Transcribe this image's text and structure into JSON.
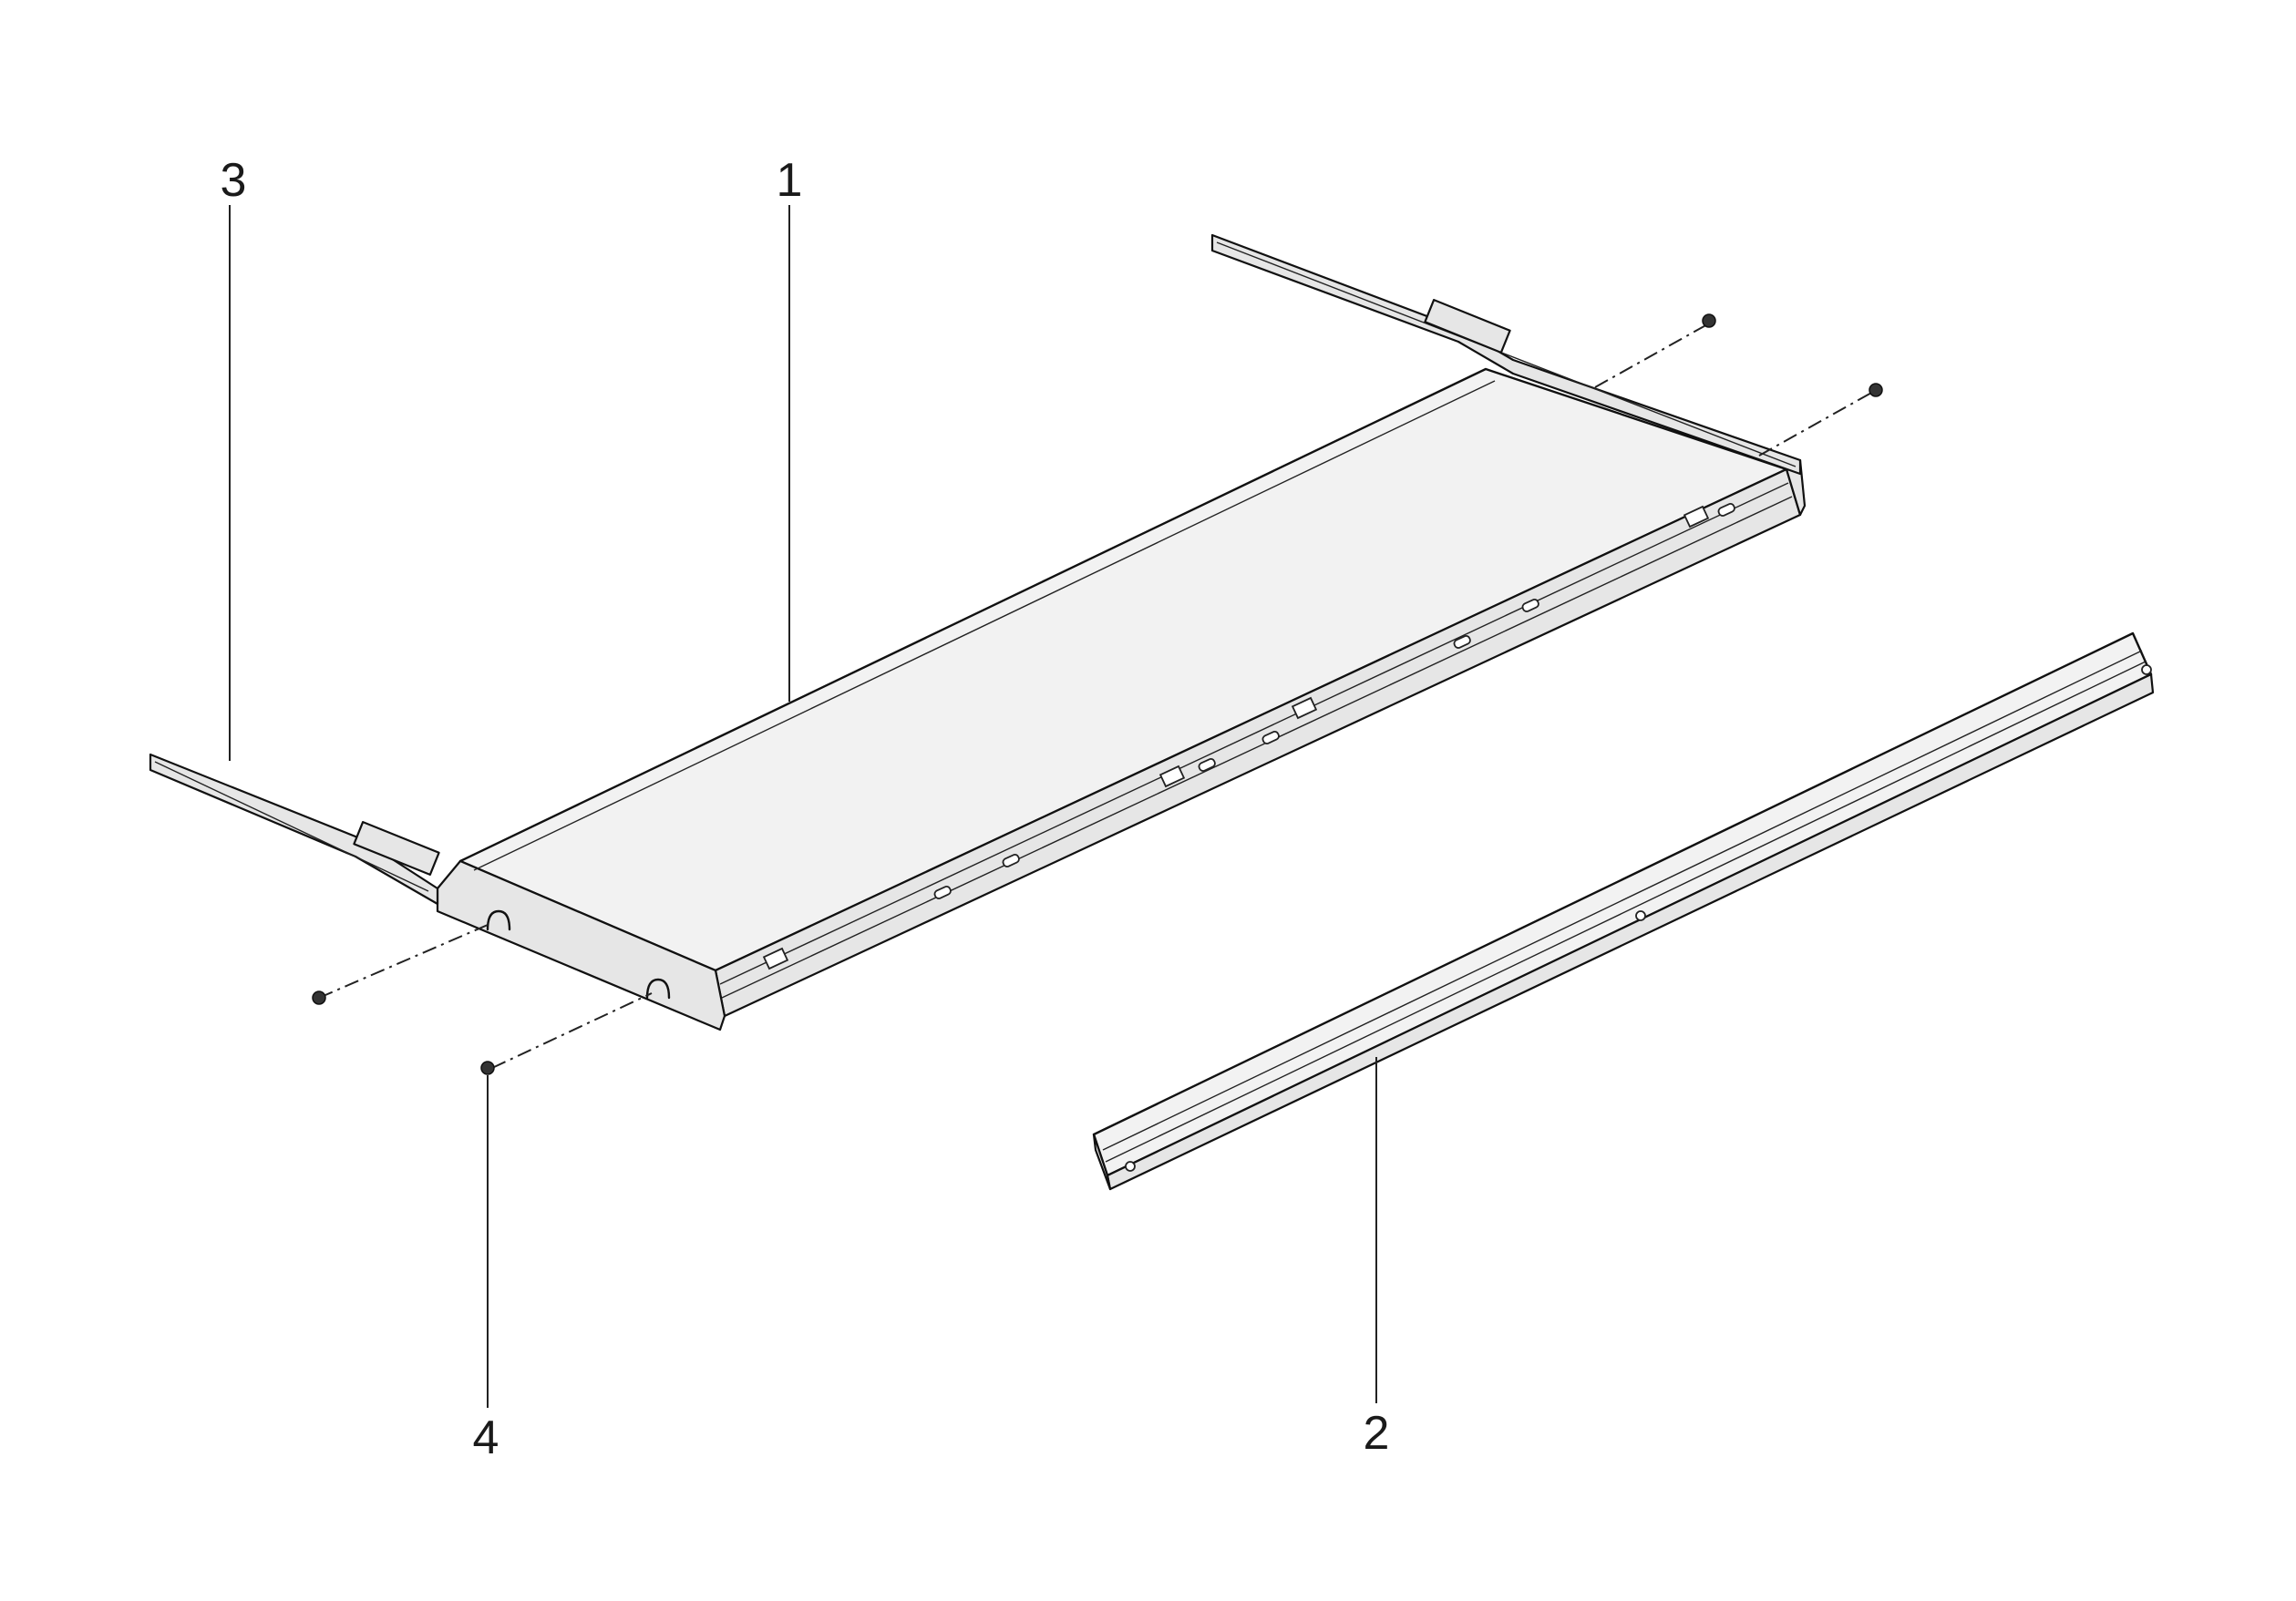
{
  "diagram": {
    "callouts": [
      {
        "id": "1",
        "label": "1"
      },
      {
        "id": "2",
        "label": "2"
      },
      {
        "id": "3",
        "label": "3"
      },
      {
        "id": "4",
        "label": "4"
      }
    ]
  },
  "colors": {
    "line": "#111111",
    "panel": "#f2f2f2",
    "background": "#ffffff"
  }
}
